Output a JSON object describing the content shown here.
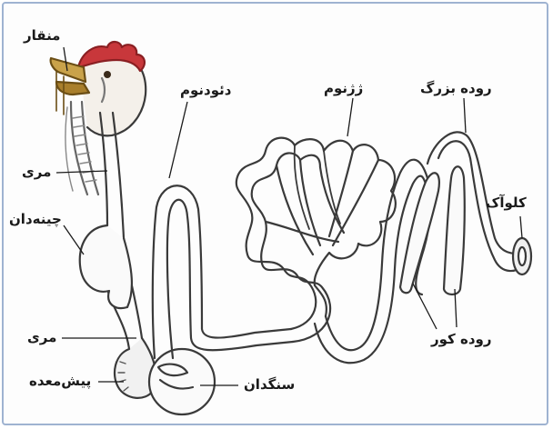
{
  "labels": {
    "beak": "منقار",
    "esophagus_upper": "مری",
    "crop": "چینه‌دان",
    "esophagus_lower": "مری",
    "proventriculus": "پیش‌معده",
    "gizzard": "سنگدان",
    "duodenum": "دئودنوم",
    "jejunum": "ژژنوم",
    "large_intestine": "روده بزرگ",
    "cloaca": "کلوآک",
    "cecum": "روده کور"
  },
  "colors": {
    "comb": "#c8373b",
    "beak": "#c9a24a",
    "outline": "#3a3a3a",
    "frame": "#9fb3d1"
  }
}
